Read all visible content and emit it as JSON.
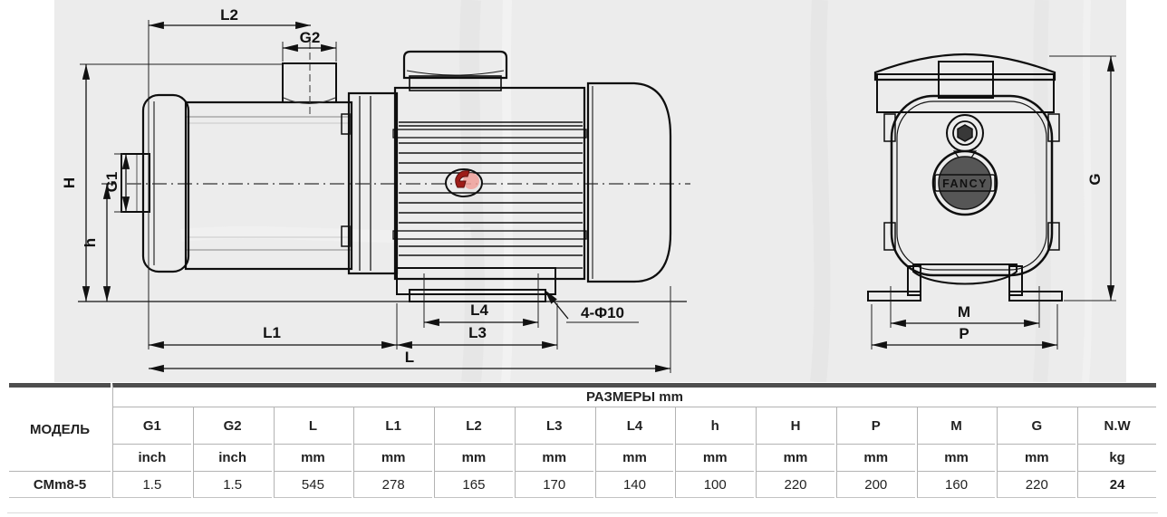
{
  "colors": {
    "drawing_background": "#ececec",
    "pump_body_dark": "#4a4a4a",
    "brand_red": "#e8342c",
    "sleeve_light": "#f5f5f5",
    "table_top_bar": "#4e4e4e"
  },
  "drawing": {
    "side_view": {
      "dim_L2": "L2",
      "dim_G2": "G2",
      "dim_G1": "G1",
      "dim_H": "H",
      "dim_h": "h",
      "dim_L1": "L1",
      "dim_L3": "L3",
      "dim_L4": "L4",
      "dim_L": "L",
      "holes_note": "4-Φ10"
    },
    "front_view": {
      "dim_G": "G",
      "dim_M": "M",
      "dim_P": "P",
      "logo_text": "FANCY"
    }
  },
  "table": {
    "model_header": "МОДЕЛЬ",
    "dims_header": "РАЗМЕРЫ mm",
    "columns": [
      "G1",
      "G2",
      "L",
      "L1",
      "L2",
      "L3",
      "L4",
      "h",
      "H",
      "P",
      "M",
      "G",
      "N.W"
    ],
    "units": [
      "inch",
      "inch",
      "mm",
      "mm",
      "mm",
      "mm",
      "mm",
      "mm",
      "mm",
      "mm",
      "mm",
      "mm",
      "kg"
    ],
    "row": {
      "model": "CMm8-5",
      "values": [
        "1.5",
        "1.5",
        "545",
        "278",
        "165",
        "170",
        "140",
        "100",
        "220",
        "200",
        "160",
        "220",
        "24"
      ]
    }
  }
}
